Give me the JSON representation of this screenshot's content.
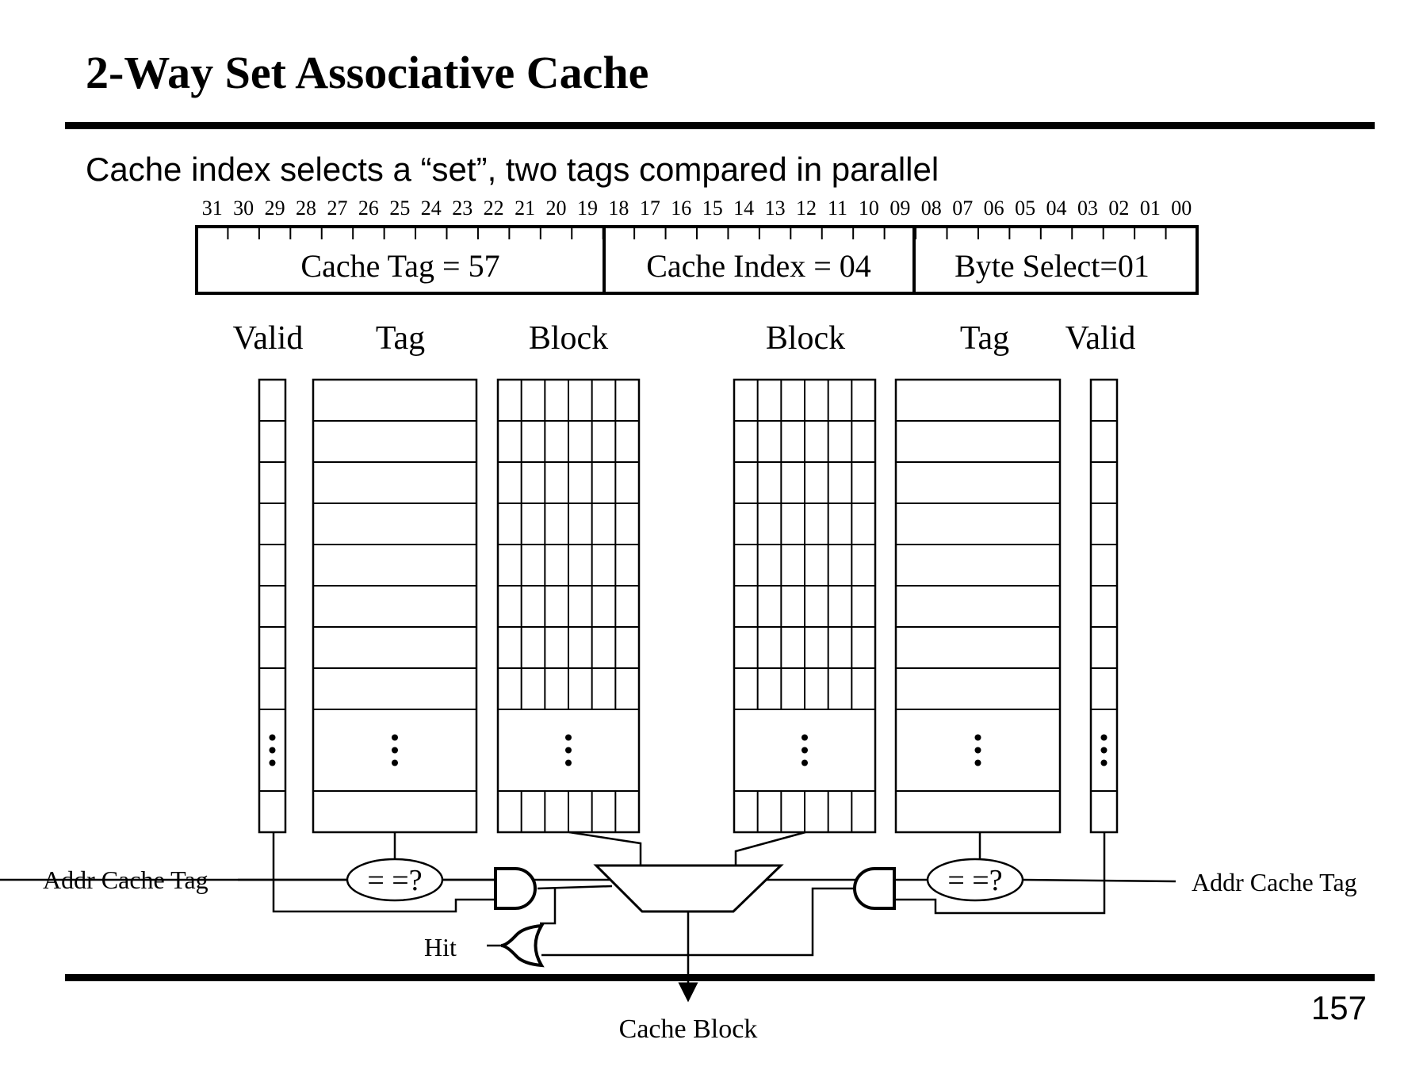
{
  "title": "2-Way Set Associative Cache",
  "subtitle": "Cache index selects a “set”, two tags compared in parallel",
  "page_number": "157",
  "address": {
    "bit_labels": [
      "31",
      "30",
      "29",
      "28",
      "27",
      "26",
      "25",
      "24",
      "23",
      "22",
      "21",
      "20",
      "19",
      "18",
      "17",
      "16",
      "15",
      "14",
      "13",
      "12",
      "11",
      "10",
      "09",
      "08",
      "07",
      "06",
      "05",
      "04",
      "03",
      "02",
      "01",
      "00"
    ],
    "fields": [
      {
        "label": "Cache Tag = 57"
      },
      {
        "label": "Cache Index = 04"
      },
      {
        "label": "Byte Select=01"
      }
    ]
  },
  "columns": {
    "left_valid": "Valid",
    "left_tag": "Tag",
    "left_block": "Block",
    "right_block": "Block",
    "right_tag": "Tag",
    "right_valid": "Valid"
  },
  "comparator_label": "= =?",
  "addr_tag_label_left": "Addr Cache Tag",
  "addr_tag_label_right": "Addr Cache Tag",
  "hit_label": "Hit",
  "output_label": "Cache Block"
}
